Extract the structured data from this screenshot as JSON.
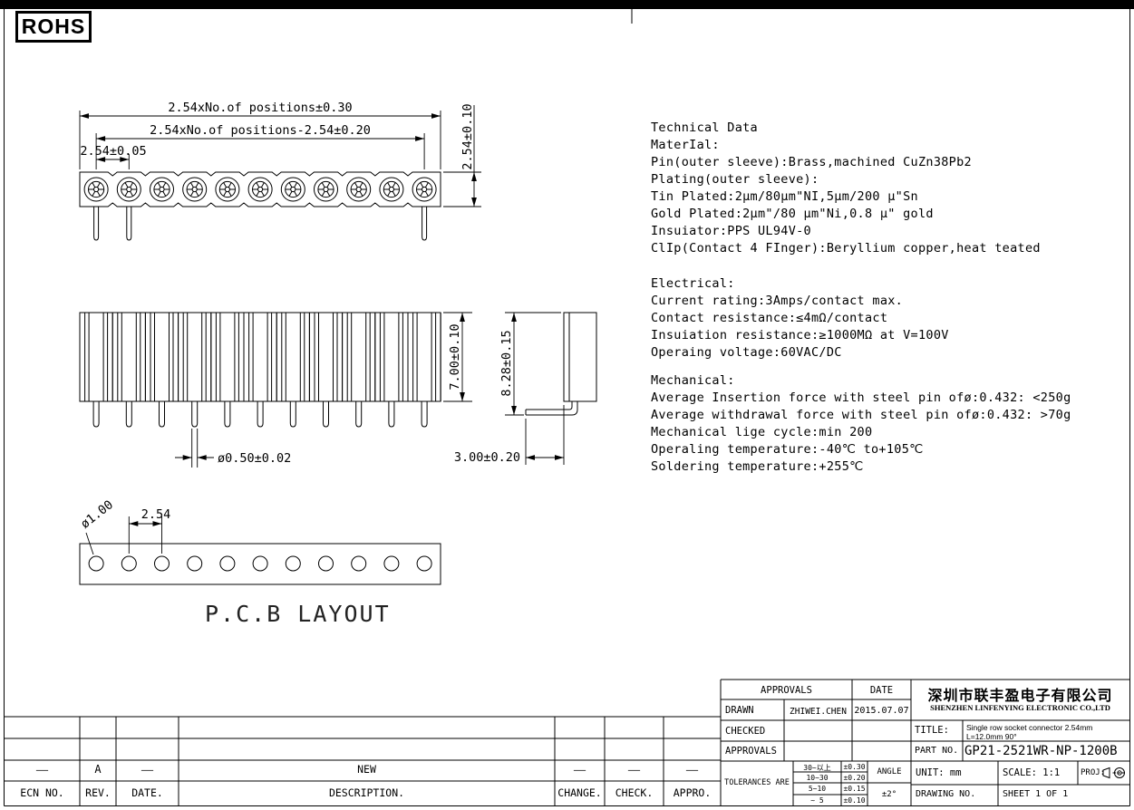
{
  "badge": {
    "rohs": "ROHS"
  },
  "dims": {
    "top_full": "2.54xNo.of positions±0.30",
    "top_inner": "2.54xNo.of positions-2.54±0.20",
    "top_pitch": "2.54±0.05",
    "top_height": "2.54±0.10",
    "front_height": "7.00±0.10",
    "side_height": "8.28±0.15",
    "pin_dia": "ø0.50±0.02",
    "pin_len": "3.00±0.20",
    "pcb_hole_dia": "ø1.00",
    "pcb_pitch": "2.54",
    "pcb_label": "P.C.B LAYOUT"
  },
  "tech": {
    "title": "Technical Data",
    "material": [
      "MaterIal:",
      "Pin(outer sleeve):Brass,machined CuZn38Pb2",
      "Plating(outer sleeve):",
      "Tin Plated:2μm/80μm\"NI,5μm/200 μ\"Sn",
      "Gold Plated:2μm\"/80 μm\"Ni,0.8 μ\" gold",
      "Insuiator:PPS UL94V-0",
      "ClIp(Contact 4 FInger):Beryllium copper,heat teated"
    ],
    "electrical": [
      "Electrical:",
      "Current rating:3Amps/contact max.",
      "Contact resistance:≤4mΩ/contact",
      "Insuiation resistance:≥1000MΩ at V=100V",
      "Operaing voltage:60VAC/DC"
    ],
    "mechanical": [
      "Mechanical:",
      "Average Insertion force with steel pin ofø:0.432: <250g",
      "Average withdrawal force with steel pin ofø:0.432: >70g",
      "Mechanical lige cycle:min 200",
      "Operaling temperature:-40℃ to+105℃",
      "Soldering temperature:+255℃"
    ]
  },
  "revision": {
    "row": {
      "ecn": "——",
      "rev": "A",
      "date": "——",
      "description": "NEW",
      "change": "——",
      "check": "——",
      "appro": "——"
    },
    "headers": {
      "ecn": "ECN NO.",
      "rev": "REV.",
      "date": "DATE.",
      "description": "DESCRIPTION.",
      "change": "CHANGE.",
      "check": "CHECK.",
      "appro": "APPRO."
    }
  },
  "titleblock": {
    "approvals": "APPROVALS",
    "date": "DATE",
    "drawn": "DRAWN",
    "drawn_name": "ZHIWEI.CHEN",
    "drawn_date": "2015.07.07",
    "checked": "CHECKED",
    "approvals2": "APPROVALS",
    "company_cn": "深圳市联丰盈电子有限公司",
    "company_en": "SHENZHEN LINFENYING ELECTRONIC CO.,LTD",
    "title_label": "TITLE:",
    "title_line1": "Single row socket connector 2.54mm",
    "title_line2": "L=12.0mm  90°",
    "part_label": "PART NO.",
    "part_no": "GP21-2521WR-NP-1200B",
    "tolerances": "TOLERANCES ARE",
    "tol": [
      {
        "range": "30~以上",
        "value": "±0.30"
      },
      {
        "range": "10~30",
        "value": "±0.20"
      },
      {
        "range": "5~10",
        "value": "±0.15"
      },
      {
        "range": "~ 5",
        "value": "±0.10"
      }
    ],
    "angle": "ANGLE",
    "angle_value": "±2°",
    "unit": "UNIT:  mm",
    "scale": "SCALE:  1:1",
    "proj": "PROJ:",
    "drawing_no": "DRAWING NO.",
    "sheet": "SHEET  1 OF 1"
  }
}
